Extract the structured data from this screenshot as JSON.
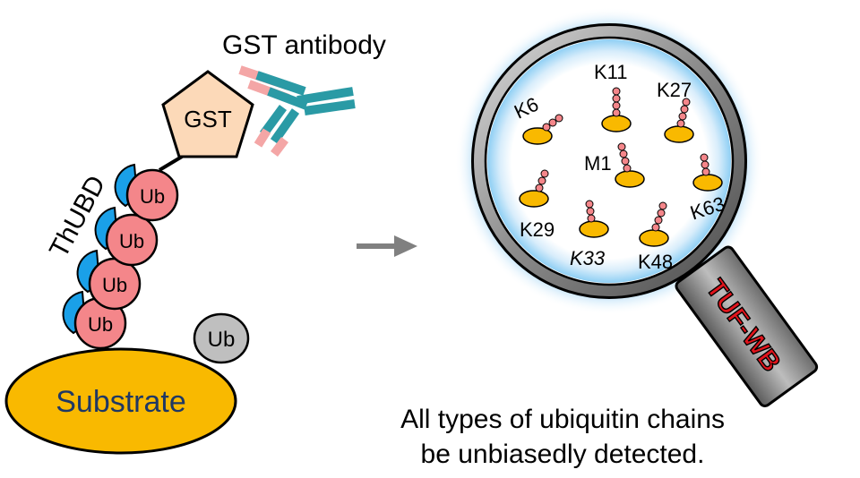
{
  "labels": {
    "gst_antibody": "GST antibody",
    "gst": "GST",
    "thubd": "ThUBD",
    "ub": "Ub",
    "substrate": "Substrate",
    "handle": "TUF-WB",
    "caption_line1": "All types of ubiquitin chains",
    "caption_line2": "be unbiasedly detected."
  },
  "chains": [
    {
      "label": "K6"
    },
    {
      "label": "K11"
    },
    {
      "label": "K27"
    },
    {
      "label": "M1"
    },
    {
      "label": "K63"
    },
    {
      "label": "K29"
    },
    {
      "label": "K33"
    },
    {
      "label": "K48"
    }
  ],
  "colors": {
    "ub_fill": "#f4868a",
    "ubd_blue": "#1aa0e8",
    "gst_fill": "#fcd9b8",
    "antibody_teal": "#2a9aa5",
    "antibody_pink": "#f4a6a6",
    "substrate": "#f9b900",
    "gray_ub": "#bfbfbf",
    "lens_glow": "#9fd4f5",
    "handle_text": "#e0141c",
    "arrow": "#808080"
  }
}
